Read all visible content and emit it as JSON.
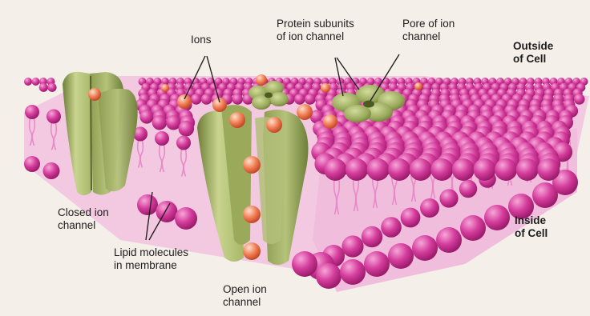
{
  "labels": {
    "ions": "Ions",
    "protein_subunits": "Protein subunits\nof ion channel",
    "pore": "Pore of ion\nchannel",
    "outside": "Outside\nof Cell",
    "inside": "Inside\nof Cell",
    "closed_channel": "Closed ion\nchannel",
    "lipid_molecules": "Lipid molecules\nin membrane",
    "open_channel": "Open ion\nchannel"
  },
  "colors": {
    "background": "#f5efe9",
    "lipid_head": "#d43c9c",
    "lipid_head_dark": "#9c1c6c",
    "lipid_tail": "#e88ac8",
    "membrane_core": "#f2c4e0",
    "protein": "#a8b86a",
    "protein_dark": "#6e7f38",
    "protein_light": "#c9d48e",
    "ion": "#f07a50",
    "ion_light": "#fbb08c",
    "leader_line": "#222222"
  },
  "icons": {
    "lipid": "lipid-molecule-icon",
    "ion": "ion-sphere-icon",
    "protein": "ion-channel-protein-icon"
  }
}
